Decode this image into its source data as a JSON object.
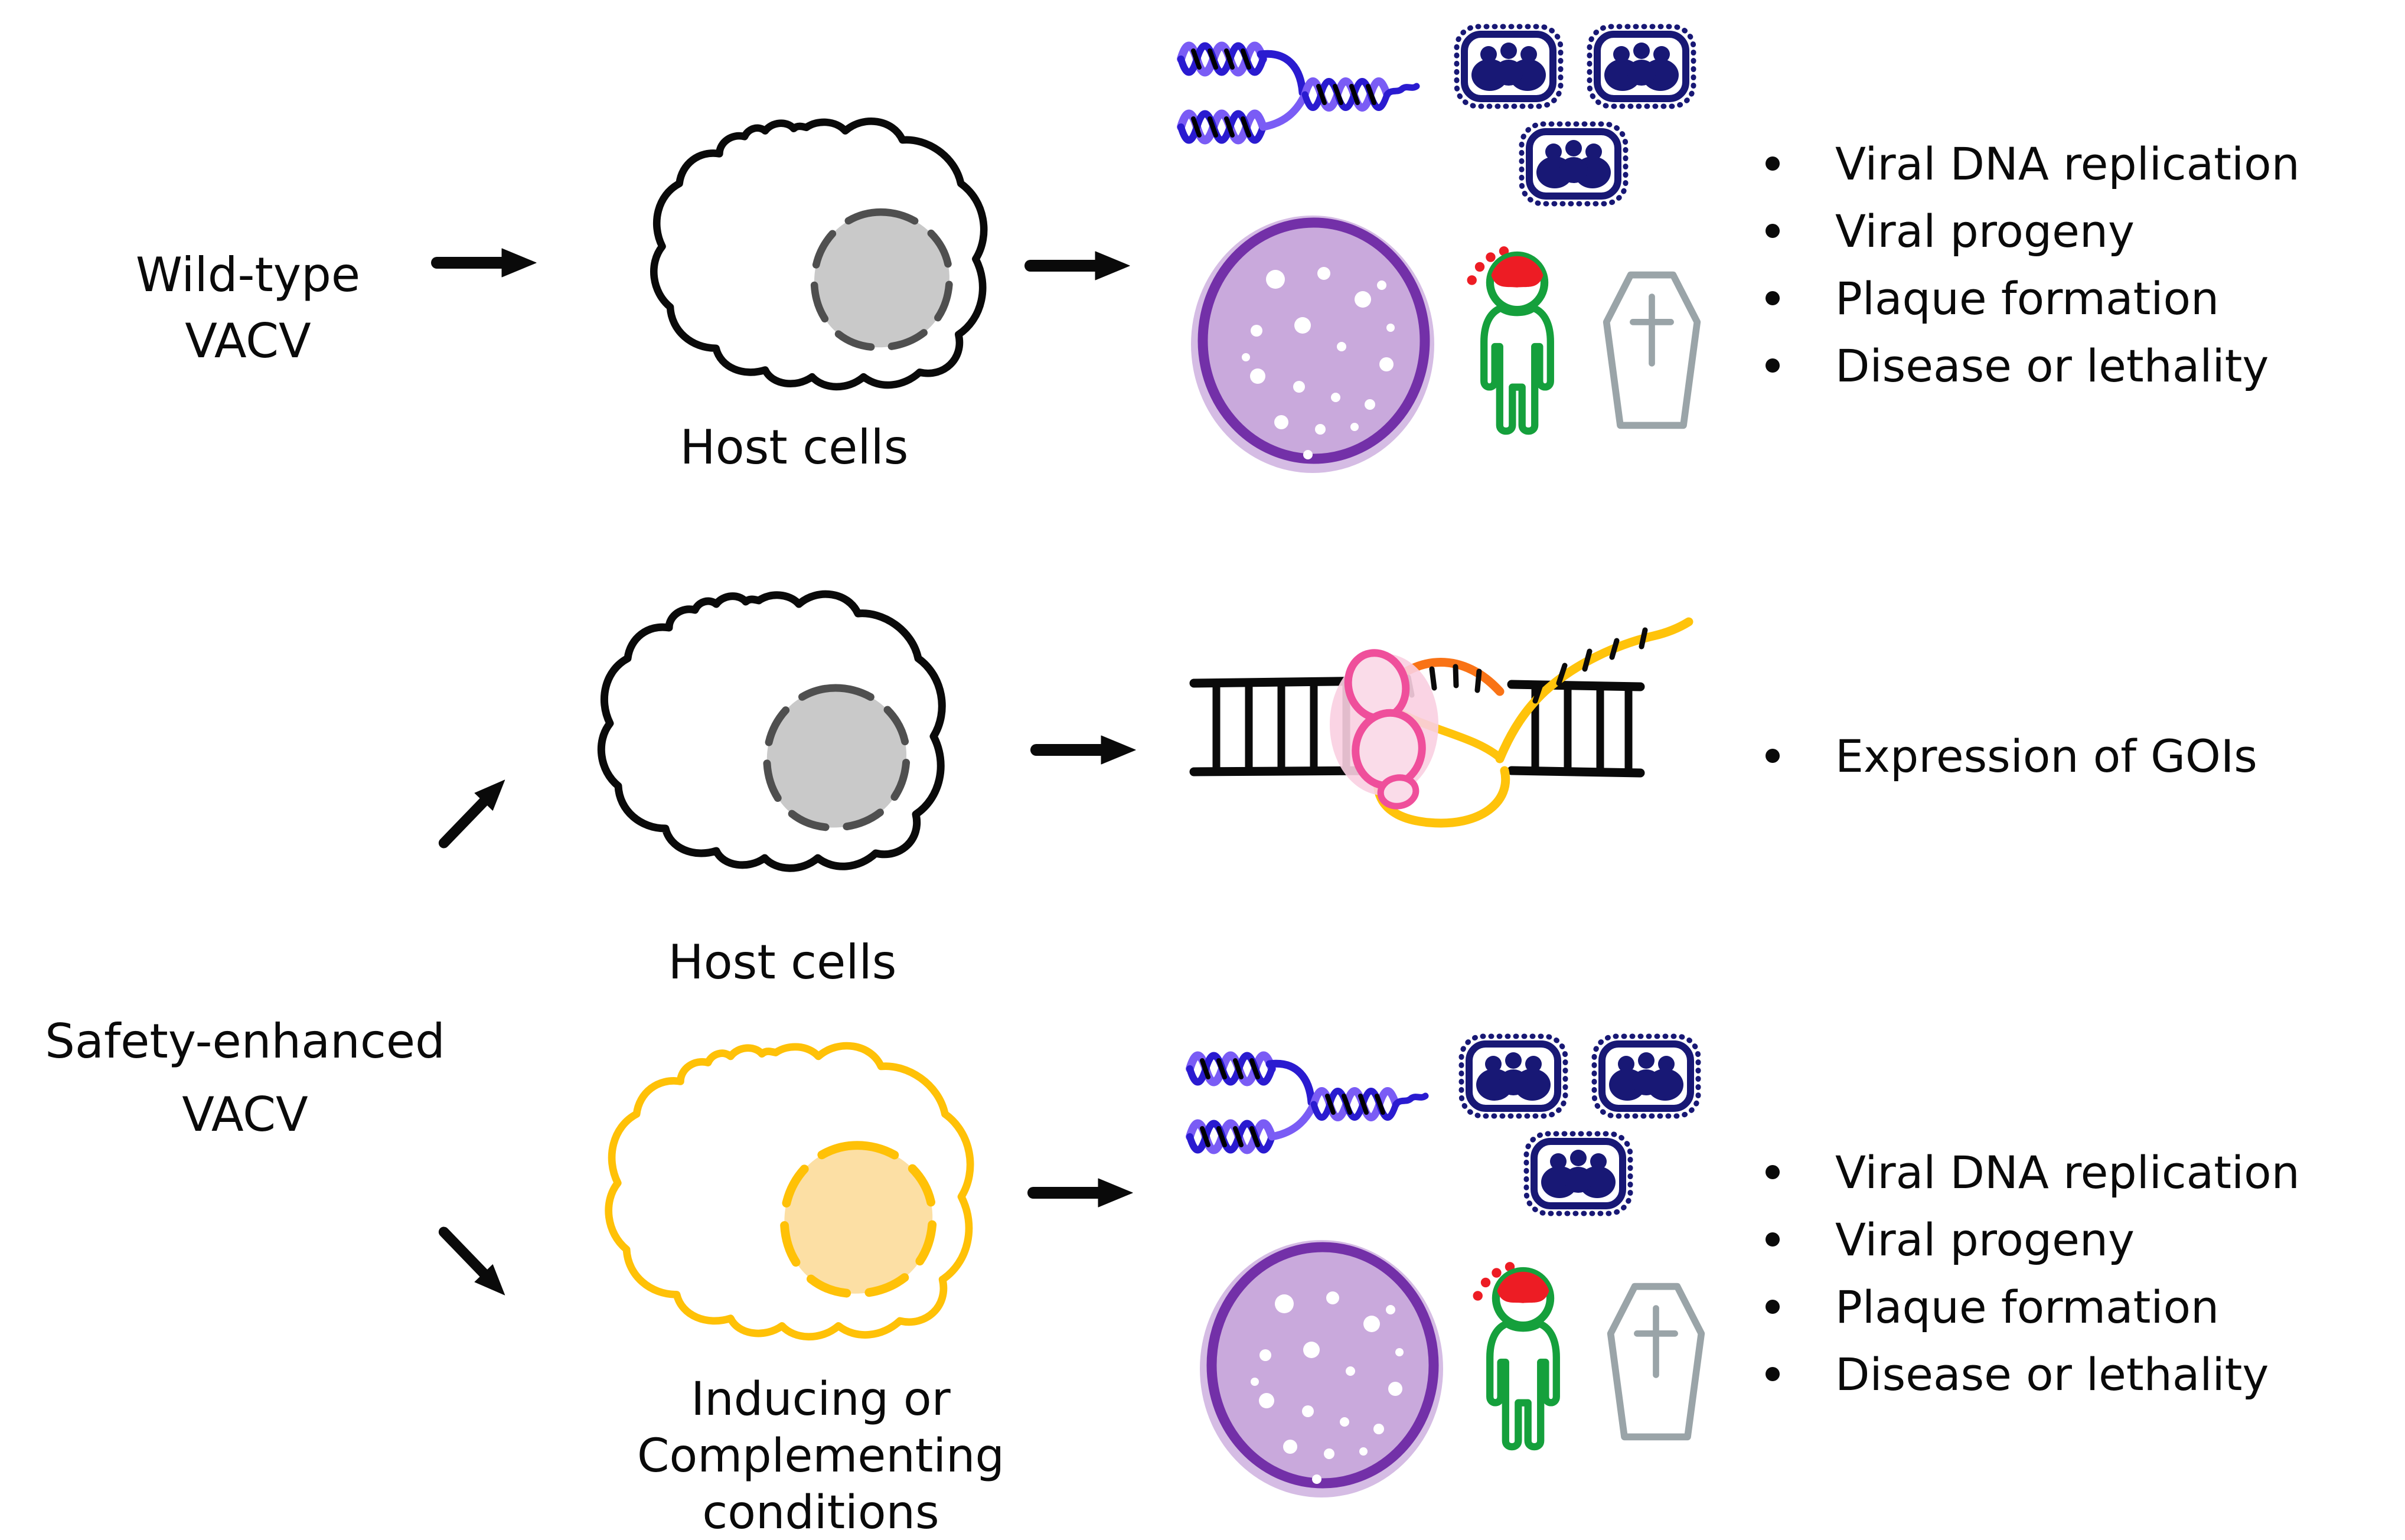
{
  "labels": {
    "wild_type": [
      "Wild-type",
      "VACV"
    ],
    "safety_enhanced": [
      "Safety-enhanced",
      "VACV"
    ],
    "host_cells_row1": "Host cells",
    "host_cells_row2": "Host cells",
    "inducing": [
      "Inducing or",
      "Complementing",
      "conditions"
    ]
  },
  "outcome_lists": {
    "wild_type": [
      "Viral DNA replication",
      "Viral progeny",
      "Plaque formation",
      "Disease or lethality"
    ],
    "host_cells": [
      "Expression of GOIs"
    ],
    "inducing": [
      "Viral DNA replication",
      "Viral progeny",
      "Plaque formation",
      "Disease or lethality"
    ]
  },
  "icons": {
    "right_arrow": "right-arrow-icon",
    "up_right_arrow": "up-right-arrow-icon",
    "down_right_arrow": "down-right-arrow-icon",
    "host_cell": "host-cell-icon",
    "complementing_cell": "complementing-cell-icon",
    "dna_replication": "dna-replication-fork-icon",
    "virion": "virion-icon",
    "plaque": "plaque-icon",
    "sick_person": "sick-person-icon",
    "coffin": "coffin-icon",
    "transcription": "transcription-icon"
  },
  "colors": {
    "background": "#ffffff",
    "ink": "#0a0a0a",
    "nucleus_gray_fill": "#c9c9c9",
    "nucleus_gray_stroke": "#4f4f4f",
    "cell_yellow": "#ffc107",
    "nucleus_yellow_fill": "#fcdfa4",
    "dna_dark_blue": "#2a1bd0",
    "dna_light_purple": "#7a5cf5",
    "virion_navy": "#181875",
    "plaque_fill": "#c9a9dc",
    "plaque_halo": "#d5bce4",
    "plaque_stroke": "#7330a8",
    "person_green": "#15a03c",
    "fever_red": "#ed1c24",
    "coffin_gray": "#9aa4a8",
    "mrna_yellow": "#ffc30b",
    "rna_orange": "#f97316",
    "polymerase_pink": "#ef4f9b",
    "polymerase_glow": "#f9cfe1"
  }
}
